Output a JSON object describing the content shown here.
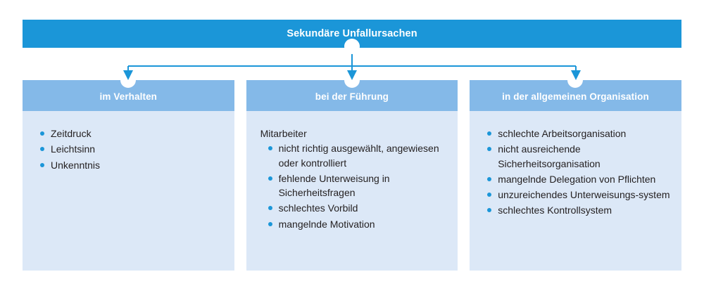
{
  "diagram": {
    "type": "org-tree",
    "root": {
      "label": "Sekundäre Unfallursachen",
      "bar_color": "#1b96d8",
      "text_color": "#ffffff"
    },
    "connector_color": "#1b96d8",
    "bullet_color": "#1b96d8",
    "panel_color": "#dce8f7",
    "header_color": "#84b9e8",
    "text_color": "#231f20",
    "columns": [
      {
        "header": "im Verhalten",
        "lead": "",
        "items": [
          "Zeitdruck",
          "Leichtsinn",
          "Unkenntnis"
        ]
      },
      {
        "header": "bei der Führung",
        "lead": "Mitarbeiter",
        "items": [
          "nicht richtig ausgewählt, angewiesen oder kontrolliert",
          "fehlende Unterweisung in Sicherheitsfragen",
          "schlechtes Vorbild",
          "mangelnde Motivation"
        ]
      },
      {
        "header": "in der allgemeinen Organisation",
        "lead": "",
        "items": [
          "schlechte Arbeitsorganisation",
          "nicht ausreichende Sicherheitsorganisation",
          "mangelnde Delegation von Pflichten",
          "unzureichendes Unterweisungs-system",
          "schlechtes Kontrollsystem"
        ]
      }
    ]
  }
}
